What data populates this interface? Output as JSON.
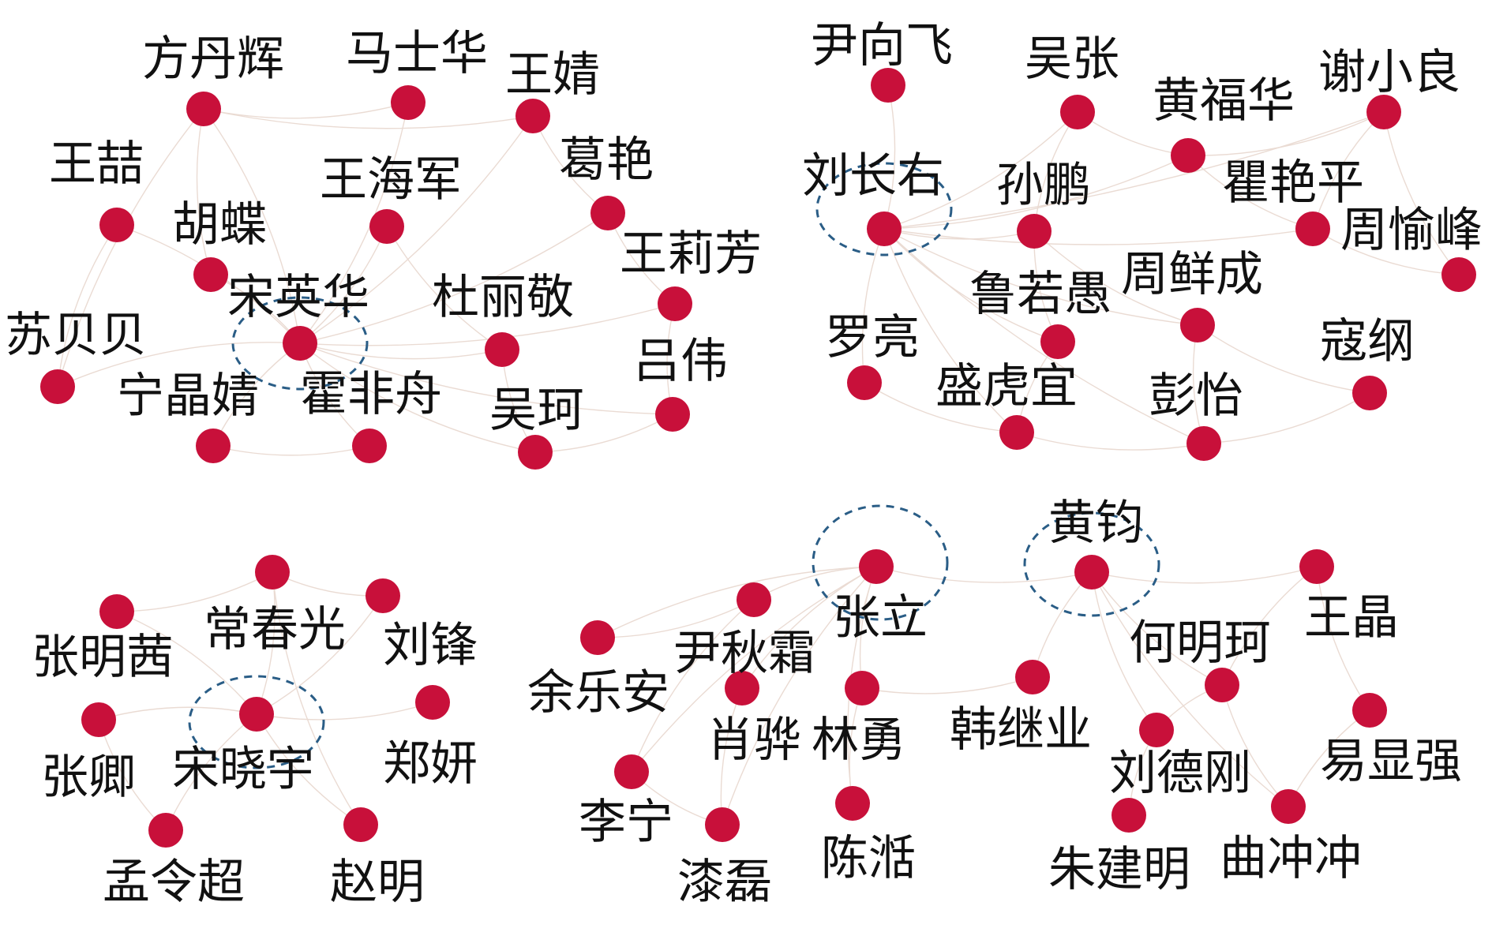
{
  "colors": {
    "node": "#c8103a",
    "edge": "#eadbd3",
    "hub_ring": "#2a5d86",
    "text": "#111111"
  },
  "nodes": [
    {
      "id": "n1",
      "label": "方丹辉"
    },
    {
      "id": "n2",
      "label": "马士华"
    },
    {
      "id": "n3",
      "label": "王婧"
    },
    {
      "id": "n4",
      "label": "王喆"
    },
    {
      "id": "n5",
      "label": "王海军"
    },
    {
      "id": "n6",
      "label": "葛艳"
    },
    {
      "id": "n7",
      "label": "胡蝶"
    },
    {
      "id": "n8",
      "label": "宋英华",
      "hub": true
    },
    {
      "id": "n9",
      "label": "杜丽敬"
    },
    {
      "id": "n10",
      "label": "王莉芳"
    },
    {
      "id": "n11",
      "label": "苏贝贝"
    },
    {
      "id": "n12",
      "label": "宁晶婧"
    },
    {
      "id": "n13",
      "label": "霍非舟"
    },
    {
      "id": "n14",
      "label": "吴珂"
    },
    {
      "id": "n15",
      "label": "吕伟"
    },
    {
      "id": "n16",
      "label": "尹向飞"
    },
    {
      "id": "n17",
      "label": "吴张"
    },
    {
      "id": "n18",
      "label": "黄福华"
    },
    {
      "id": "n19",
      "label": "谢小良"
    },
    {
      "id": "n20",
      "label": "刘长右",
      "hub": true
    },
    {
      "id": "n21",
      "label": "孙鹏"
    },
    {
      "id": "n22",
      "label": "瞿艳平"
    },
    {
      "id": "n23",
      "label": "周愉峰"
    },
    {
      "id": "n24",
      "label": "鲁若愚"
    },
    {
      "id": "n25",
      "label": "周鲜成"
    },
    {
      "id": "n26",
      "label": "罗亮"
    },
    {
      "id": "n27",
      "label": "盛虎宜"
    },
    {
      "id": "n28",
      "label": "彭怡"
    },
    {
      "id": "n29",
      "label": "寇纲"
    },
    {
      "id": "n30",
      "label": "张明茜"
    },
    {
      "id": "n31",
      "label": "常春光"
    },
    {
      "id": "n32",
      "label": "刘锋"
    },
    {
      "id": "n33",
      "label": "张卿"
    },
    {
      "id": "n34",
      "label": "宋晓宇",
      "hub": true
    },
    {
      "id": "n35",
      "label": "郑妍"
    },
    {
      "id": "n36",
      "label": "孟令超"
    },
    {
      "id": "n37",
      "label": "赵明"
    },
    {
      "id": "n38",
      "label": "余乐安"
    },
    {
      "id": "n39",
      "label": "尹秋霜"
    },
    {
      "id": "n40",
      "label": "张立",
      "hub": true
    },
    {
      "id": "n41",
      "label": "肖骅"
    },
    {
      "id": "n42",
      "label": "林勇"
    },
    {
      "id": "n43",
      "label": "李宁"
    },
    {
      "id": "n44",
      "label": "漆磊"
    },
    {
      "id": "n45",
      "label": "陈湉"
    },
    {
      "id": "n46",
      "label": "黄钧",
      "hub": true
    },
    {
      "id": "n47",
      "label": "王晶"
    },
    {
      "id": "n48",
      "label": "何明珂"
    },
    {
      "id": "n49",
      "label": "韩继业"
    },
    {
      "id": "n50",
      "label": "刘德刚"
    },
    {
      "id": "n51",
      "label": "易显强"
    },
    {
      "id": "n52",
      "label": "朱建明"
    },
    {
      "id": "n53",
      "label": "曲冲冲"
    }
  ],
  "edges": [
    [
      "n8",
      "n1"
    ],
    [
      "n8",
      "n2"
    ],
    [
      "n8",
      "n3"
    ],
    [
      "n8",
      "n4"
    ],
    [
      "n8",
      "n5"
    ],
    [
      "n8",
      "n6"
    ],
    [
      "n8",
      "n7"
    ],
    [
      "n8",
      "n9"
    ],
    [
      "n8",
      "n10"
    ],
    [
      "n8",
      "n11"
    ],
    [
      "n8",
      "n12"
    ],
    [
      "n8",
      "n13"
    ],
    [
      "n8",
      "n14"
    ],
    [
      "n8",
      "n15"
    ],
    [
      "n1",
      "n2"
    ],
    [
      "n1",
      "n3"
    ],
    [
      "n1",
      "n7"
    ],
    [
      "n1",
      "n11"
    ],
    [
      "n3",
      "n6"
    ],
    [
      "n6",
      "n10"
    ],
    [
      "n10",
      "n15"
    ],
    [
      "n9",
      "n14"
    ],
    [
      "n14",
      "n15"
    ],
    [
      "n12",
      "n13"
    ],
    [
      "n4",
      "n11"
    ],
    [
      "n5",
      "n9"
    ],
    [
      "n20",
      "n16"
    ],
    [
      "n20",
      "n17"
    ],
    [
      "n20",
      "n18"
    ],
    [
      "n20",
      "n21"
    ],
    [
      "n20",
      "n22"
    ],
    [
      "n20",
      "n24"
    ],
    [
      "n20",
      "n25"
    ],
    [
      "n20",
      "n26"
    ],
    [
      "n20",
      "n27"
    ],
    [
      "n20",
      "n28"
    ],
    [
      "n20",
      "n19"
    ],
    [
      "n17",
      "n21"
    ],
    [
      "n17",
      "n18"
    ],
    [
      "n18",
      "n19"
    ],
    [
      "n18",
      "n22"
    ],
    [
      "n19",
      "n22"
    ],
    [
      "n19",
      "n23"
    ],
    [
      "n22",
      "n23"
    ],
    [
      "n21",
      "n24"
    ],
    [
      "n21",
      "n25"
    ],
    [
      "n25",
      "n28"
    ],
    [
      "n25",
      "n29"
    ],
    [
      "n27",
      "n28"
    ],
    [
      "n24",
      "n27"
    ],
    [
      "n26",
      "n27"
    ],
    [
      "n28",
      "n29"
    ],
    [
      "n34",
      "n30"
    ],
    [
      "n34",
      "n31"
    ],
    [
      "n34",
      "n32"
    ],
    [
      "n34",
      "n33"
    ],
    [
      "n34",
      "n35"
    ],
    [
      "n34",
      "n36"
    ],
    [
      "n34",
      "n37"
    ],
    [
      "n30",
      "n31"
    ],
    [
      "n31",
      "n32"
    ],
    [
      "n33",
      "n36"
    ],
    [
      "n31",
      "n37"
    ],
    [
      "n40",
      "n38"
    ],
    [
      "n40",
      "n39"
    ],
    [
      "n40",
      "n41"
    ],
    [
      "n40",
      "n42"
    ],
    [
      "n40",
      "n43"
    ],
    [
      "n40",
      "n44"
    ],
    [
      "n40",
      "n45"
    ],
    [
      "n40",
      "n46"
    ],
    [
      "n46",
      "n47"
    ],
    [
      "n46",
      "n48"
    ],
    [
      "n46",
      "n49"
    ],
    [
      "n46",
      "n50"
    ],
    [
      "n46",
      "n53"
    ],
    [
      "n47",
      "n48"
    ],
    [
      "n47",
      "n51"
    ],
    [
      "n48",
      "n50"
    ],
    [
      "n48",
      "n53"
    ],
    [
      "n50",
      "n52"
    ],
    [
      "n51",
      "n53"
    ],
    [
      "n39",
      "n43"
    ],
    [
      "n43",
      "n44"
    ],
    [
      "n41",
      "n44"
    ],
    [
      "n42",
      "n45"
    ],
    [
      "n42",
      "n49"
    ],
    [
      "n38",
      "n39"
    ]
  ]
}
